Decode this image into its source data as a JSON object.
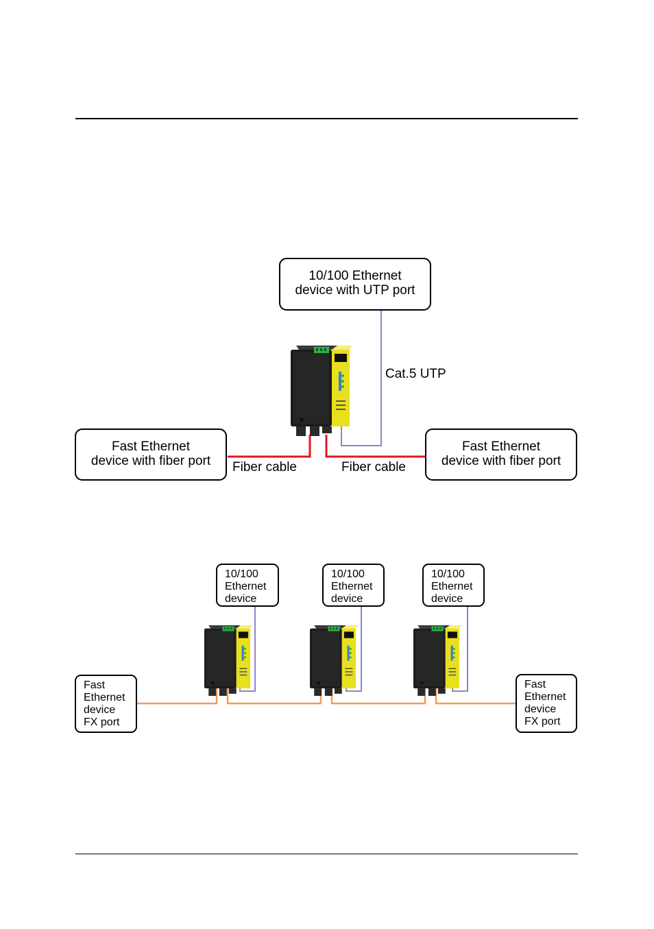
{
  "diagram1": {
    "top_device": [
      "10/100 Ethernet",
      "device with UTP port"
    ],
    "left_device": [
      "Fast Ethernet",
      "device with fiber port"
    ],
    "right_device": [
      "Fast Ethernet",
      "device with fiber port"
    ],
    "utp_label": "Cat.5 UTP",
    "fiber_label_left": "Fiber cable",
    "fiber_label_right": "Fiber cable"
  },
  "diagram2": {
    "ethernet_devices": [
      [
        "10/100",
        "Ethernet",
        "device"
      ],
      [
        "10/100",
        "Ethernet",
        "device"
      ],
      [
        "10/100",
        "Ethernet",
        "device"
      ]
    ],
    "left_fx": [
      "Fast",
      "Ethernet",
      "device",
      "FX port"
    ],
    "right_fx": [
      "Fast",
      "Ethernet",
      "device",
      "FX port"
    ]
  },
  "colors": {
    "utp_cable": "#8f86c6",
    "fiber_cable_red": "#e8141b",
    "fiber_cable_orange": "#f39a5a",
    "converter_body": "#1c1c1c",
    "converter_panel": "#e8e01c",
    "terminal_green": "#2fae4a"
  },
  "icons": [
    "media-converter-icon"
  ]
}
